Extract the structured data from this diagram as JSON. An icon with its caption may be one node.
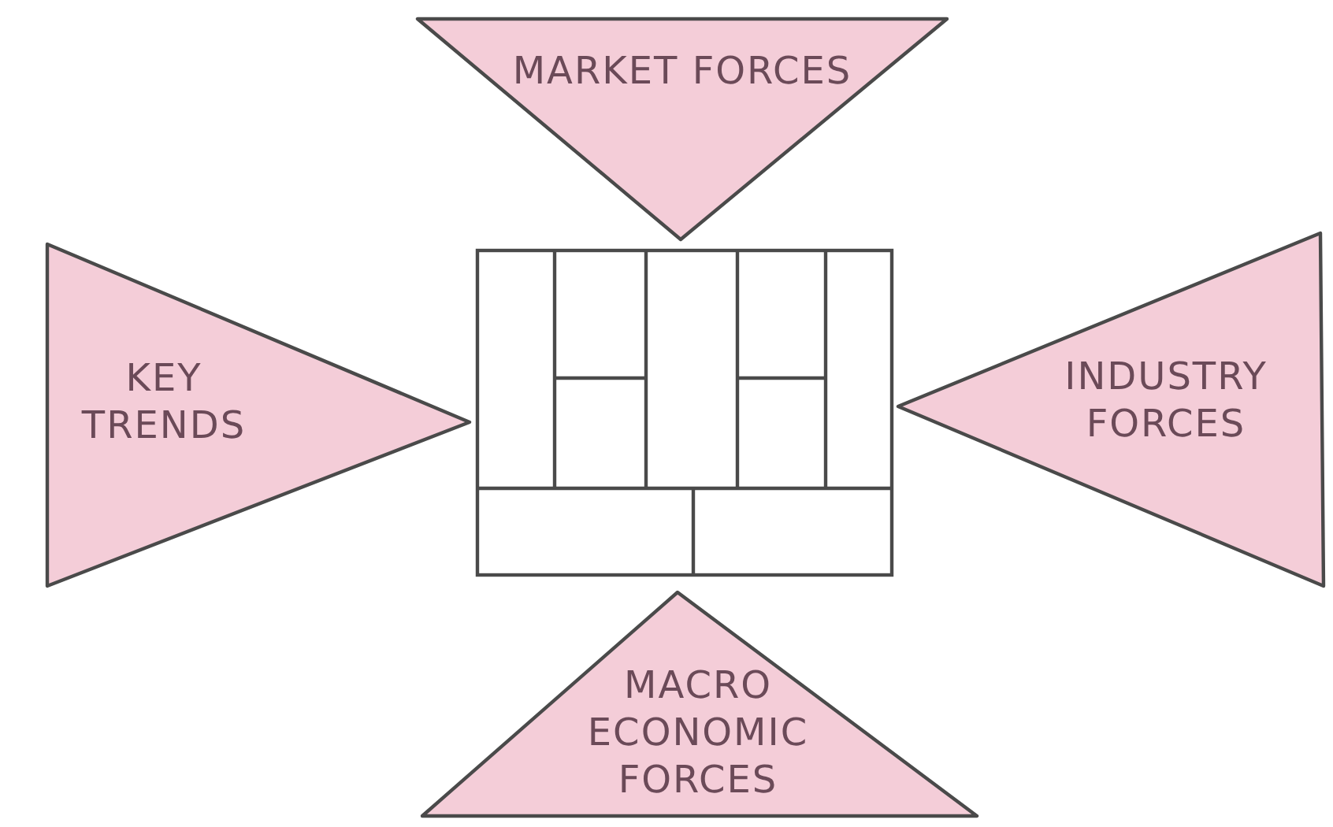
{
  "diagram": {
    "nodes": [
      {
        "text": [
          "MARKET FORCES"
        ]
      },
      {
        "text": [
          "KEY TRENDS"
        ]
      },
      {
        "text": [],
        "shape": "box"
      },
      {
        "text": [
          "INDUSTRY FORCES"
        ]
      },
      {
        "text": [
          "MACRO ECONOMIC FORCES"
        ]
      }
    ]
  }
}
